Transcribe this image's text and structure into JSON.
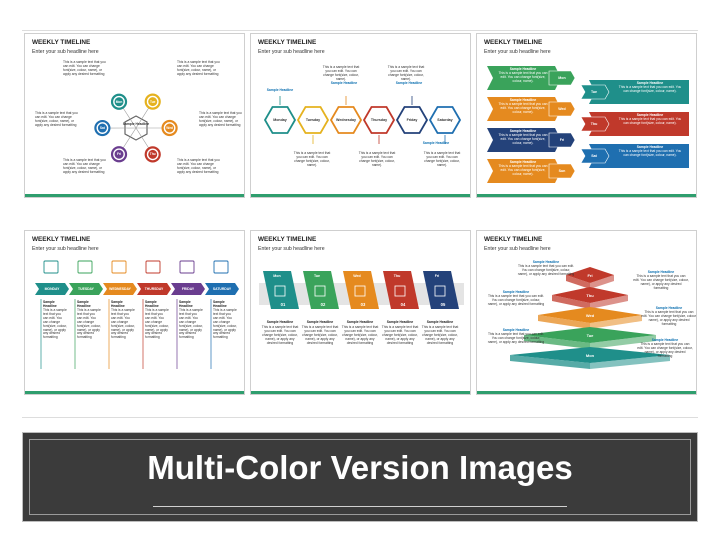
{
  "banner": {
    "title": "Multi-Color Version Images"
  },
  "common": {
    "slide_title": "WEEKLY TIMELINE",
    "slide_sub": "Enter your sub headline here"
  },
  "s1": {
    "center": "Sample Headline",
    "days": [
      "Mon",
      "Tue",
      "Wed",
      "Thu",
      "Fri",
      "Sat"
    ],
    "text": "This is a sample text that you can edit. You can change font(size, colour, name), or apply any desired formatting"
  },
  "s2": {
    "days": [
      "Monday",
      "Tuesday",
      "Wednesday",
      "Thursday",
      "Friday",
      "Saturday"
    ],
    "headline": "Sample Headline",
    "text": "This is a sample text that you can edit. You can change font(size, colour, name)."
  },
  "s3": {
    "left_days": [
      "Mon",
      "Wed",
      "Fri",
      "Sun"
    ],
    "right_days": [
      "Tue",
      "Thu",
      "Sat"
    ],
    "headline": "Sample Headline",
    "text": "This is a sample text that you can edit. You can change font(size, colour, name)."
  },
  "s4": {
    "days": [
      "MONDAY",
      "TUESDAY",
      "WEDNESDAY",
      "THURSDAY",
      "FRIDAY",
      "SATURDAY"
    ],
    "headline": "Sample Headline",
    "text": "This is a sample text that you can edit. You can change font(size, colour, name), or apply any desired formatting"
  },
  "s5": {
    "days": [
      "Mon",
      "Tue",
      "Wed",
      "Thu",
      "Fri"
    ],
    "nums": [
      "01",
      "02",
      "03",
      "04",
      "05"
    ],
    "headline": "Sample Headline",
    "text": "This is a sample text that you can edit. You can change font(size, colour, name), or apply any desired formatting"
  },
  "s6": {
    "layers": [
      "Fri",
      "Thu",
      "Wed",
      "Tue",
      "Mon"
    ],
    "headline": "Sample Headline",
    "text": "This is a sample text that you can edit. You can change font(size, colour, name), or apply any desired formatting"
  },
  "colors": {
    "green": "#3aa35b",
    "teal": "#1f8f8a",
    "blue": "#1f6fb0",
    "navy": "#24427a",
    "red": "#c0392b",
    "orange": "#e58a1f",
    "yellow": "#e5b21f",
    "purple": "#6a3d8f",
    "accent_bar": "#2f9e6e",
    "banner_bg": "#3b3b3b"
  }
}
